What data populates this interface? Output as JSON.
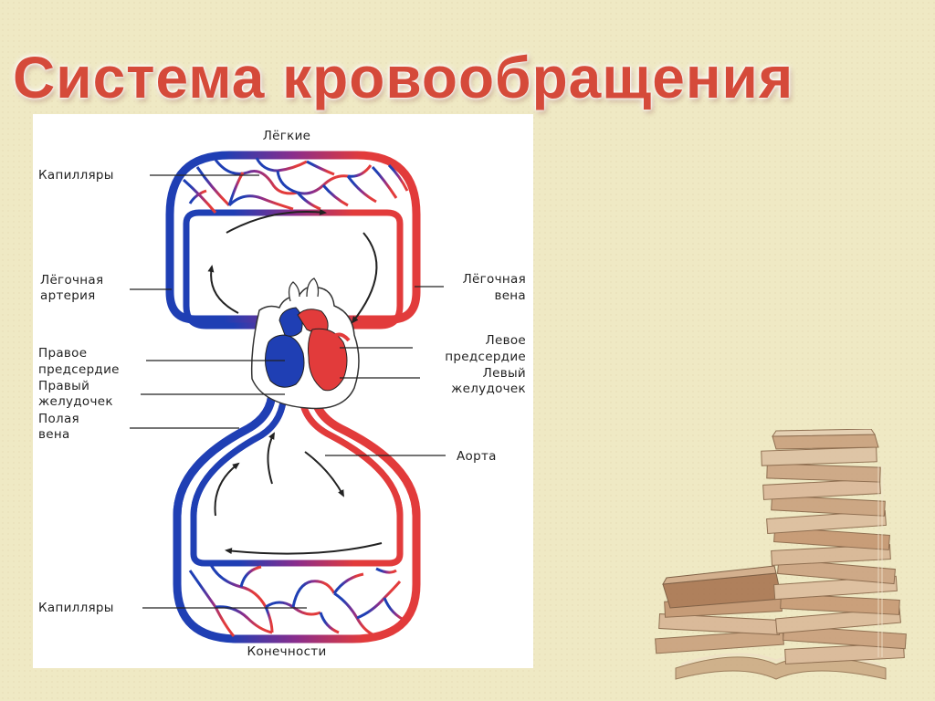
{
  "title": "Система кровообращения",
  "diagram": {
    "labels": {
      "lungs": "Лёгкие",
      "capillaries_top": "Капилляры",
      "pulmonary_artery_1": "Лёгочная",
      "pulmonary_artery_2": "артерия",
      "pulmonary_vein_1": "Лёгочная",
      "pulmonary_vein_2": "вена",
      "right_atrium_1": "Правое",
      "right_atrium_2": "предсердие",
      "right_ventricle_1": "Правый",
      "right_ventricle_2": "желудочек",
      "vena_cava_1": "Полая",
      "vena_cava_2": "вена",
      "left_atrium_1": "Левое",
      "left_atrium_2": "предсердие",
      "left_ventricle_1": "Левый",
      "left_ventricle_2": "желудочек",
      "aorta": "Аорта",
      "capillaries_bottom": "Капилляры",
      "limbs": "Конечности"
    },
    "colors": {
      "oxygenated": "#e23b3b",
      "deoxygenated": "#1f3fb4",
      "background": "#ffffff"
    }
  },
  "decoration": {
    "icon": "book-stack-icon"
  }
}
